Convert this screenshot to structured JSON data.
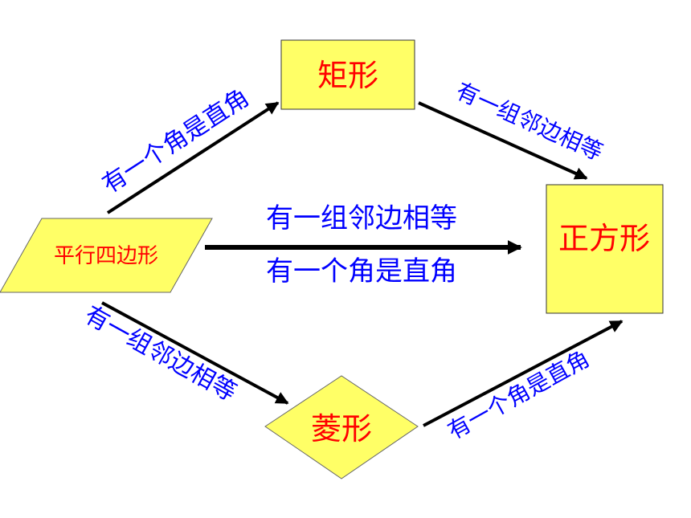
{
  "colors": {
    "shape_fill": "#ffff66",
    "node_text": "#ff0000",
    "edge_text": "#0000ff",
    "arrow": "#000000"
  },
  "nodes": {
    "parallelogram": "平行四边形",
    "rectangle": "矩形",
    "rhombus": "菱形",
    "square": "正方形"
  },
  "edges": {
    "para_to_rect": "有一个角是直角",
    "rect_to_square": "有一组邻边相等",
    "para_to_square_line1": "有一组邻边相等",
    "para_to_square_line2": "有一个角是直角",
    "para_to_rhombus": "有一组邻边相等",
    "rhombus_to_square": "有一个角是直角"
  }
}
